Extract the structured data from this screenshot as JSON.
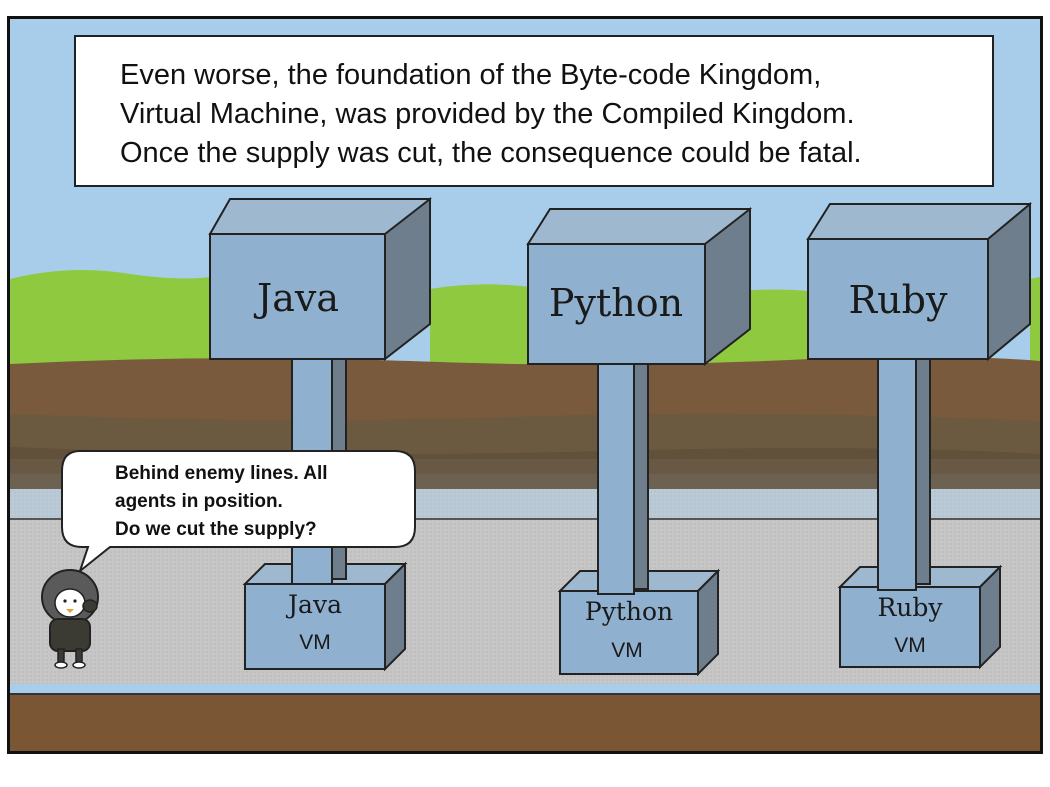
{
  "narration": {
    "line1": "Even worse, the foundation of the Byte-code Kingdom,",
    "line2": "Virtual Machine, was provided by the Compiled Kingdom.",
    "line3": "Once the supply was cut, the consequence could be fatal."
  },
  "speech": {
    "line1": "Behind enemy lines. All",
    "line2": "agents in position.",
    "line3": "Do we cut the supply?"
  },
  "blocks": [
    {
      "top": "Java",
      "vm_name": "Java",
      "vm_suffix": "VM"
    },
    {
      "top": "Python",
      "vm_name": "Python",
      "vm_suffix": "VM"
    },
    {
      "top": "Ruby",
      "vm_name": "Ruby",
      "vm_suffix": "VM"
    }
  ],
  "colors": {
    "sky": "#a8cdea",
    "grass": "#8ec93f",
    "soil": "#7a5a3c",
    "road": "#c9c9c9",
    "block_face": "#8fb1cf",
    "block_side": "#6f7e8c",
    "bottom_soil": "#7a5634"
  }
}
